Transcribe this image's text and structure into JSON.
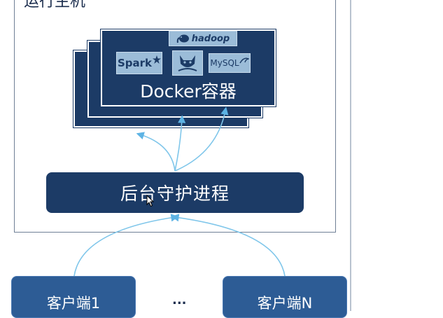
{
  "diagram": {
    "host_title": "运行主机",
    "docker_label": "Docker容器",
    "logos": {
      "hadoop": "hadoop",
      "spark": "Spark",
      "mysql": "MySQL"
    },
    "daemon_label": "后台守护进程",
    "clients": [
      {
        "label": "客户端1"
      },
      {
        "label": "客户端N"
      }
    ],
    "ellipsis": "...",
    "colors": {
      "dark_navy": "#1c3b66",
      "client_blue": "#2d5c95",
      "arrow": "#7fc6ea",
      "logo_bg": "#9bbcd8"
    },
    "icons": {
      "hadoop_logo": "elephant-icon",
      "tomcat_logo": "tomcat-icon",
      "mysql_logo": "dolphin-icon",
      "spark_logo": "star-icon"
    }
  }
}
